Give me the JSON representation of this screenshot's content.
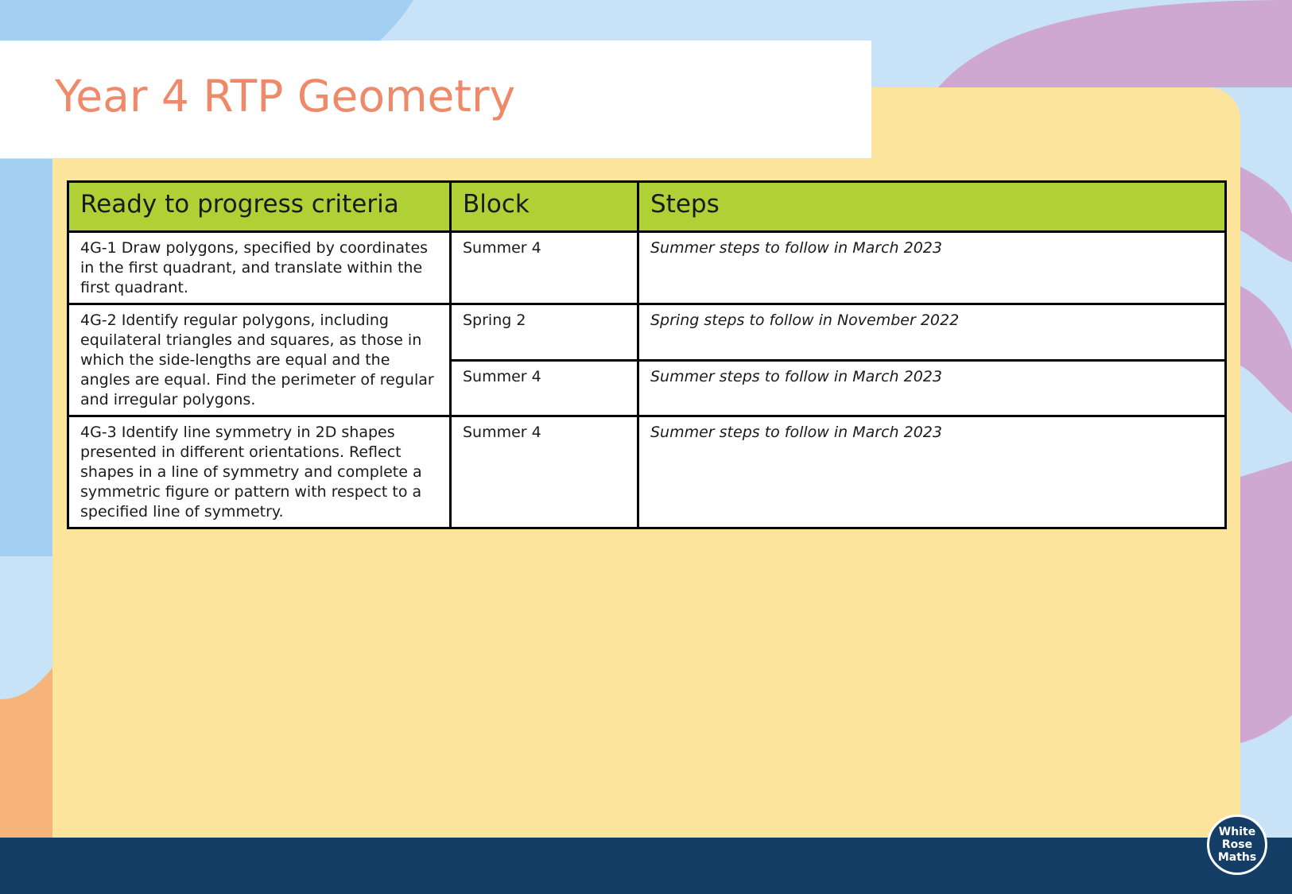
{
  "title": "Year 4 RTP Geometry",
  "table": {
    "headers": {
      "criteria": "Ready to progress criteria",
      "block": "Block",
      "steps": "Steps"
    },
    "rows": [
      {
        "criteria": "4G-1 Draw polygons, specified by coordinates in the first quadrant, and translate within the first quadrant.",
        "block": "Summer 4",
        "steps": "Summer steps to follow in March 2023"
      },
      {
        "criteria": "4G-2 Identify regular polygons, including equilateral triangles and squares, as those in which the side-lengths are equal and the angles are equal. Find the perimeter of regular and irregular polygons.",
        "block": "Spring 2",
        "steps": "Spring steps to follow in November 2022"
      },
      {
        "block": "Summer 4",
        "steps": "Summer steps to follow in March 2023"
      },
      {
        "criteria": "4G-3 Identify line symmetry in 2D shapes presented in different orientations. Reflect shapes in a line of symmetry and complete a symmetric figure or pattern with respect to a specified line of symmetry.",
        "block": "Summer 4",
        "steps": "Summer steps to follow in March 2023"
      }
    ]
  },
  "logo": {
    "line1": "White",
    "line2": "Rose",
    "line3": "Maths"
  },
  "colors": {
    "title": "#ee8a69",
    "header_fill": "#afd136",
    "panel": "#fde49c",
    "footer": "#143e65",
    "background_blue": "#c8e3f7",
    "background_purple": "#cfa8d2"
  }
}
